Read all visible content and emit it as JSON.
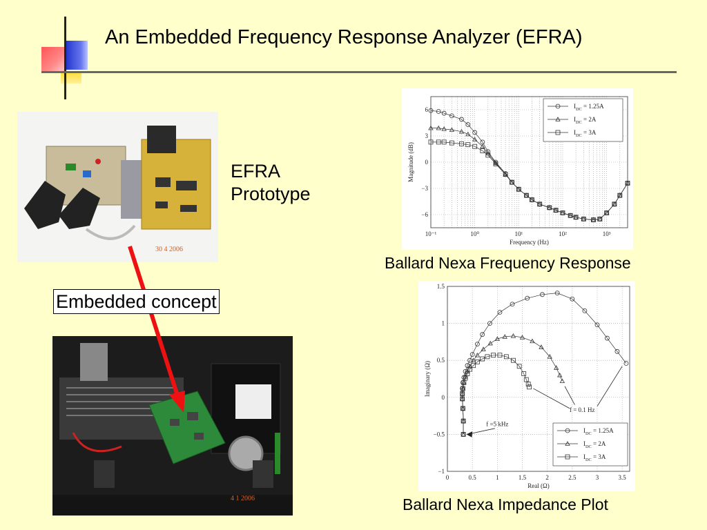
{
  "slide": {
    "title": "An Embedded Frequency Response Analyzer (EFRA)",
    "label_prototype_line1": "EFRA",
    "label_prototype_line2": "Prototype",
    "label_embedded": "Embedded concept",
    "caption_frequency": "Ballard Nexa Frequency Response",
    "caption_impedance": "Ballard Nexa Impedance Plot",
    "date_stamp_top": "30  4 2006",
    "date_stamp_bottom": "4  1 2006",
    "arrow_color": "#EE1111",
    "background_color": "#FFFFCC"
  },
  "chart_data": [
    {
      "type": "line",
      "xlabel": "Frequency (Hz)",
      "ylabel": "Magnitude (dB)",
      "x_scale": "log",
      "x_ticks": [
        "10⁻¹",
        "10⁰",
        "10¹",
        "10²",
        "10³"
      ],
      "x_tick_values": [
        0.1,
        1,
        10,
        100,
        1000
      ],
      "y_ticks": [
        "6",
        "3",
        "0",
        "−3",
        "−6"
      ],
      "y_tick_values": [
        6,
        3,
        0,
        -3,
        -6
      ],
      "xlim": [
        0.1,
        3000
      ],
      "ylim": [
        -7.5,
        7.5
      ],
      "grid": true,
      "legend_position": "top-right",
      "series": [
        {
          "name": "I_DC = 1.25A",
          "marker": "circle",
          "x": [
            0.1,
            0.15,
            0.2,
            0.3,
            0.5,
            0.7,
            1,
            1.5,
            2,
            3,
            5,
            7,
            10,
            15,
            20,
            30,
            50,
            70,
            100,
            150,
            200,
            300,
            500,
            700,
            1000,
            1500,
            2000,
            3000
          ],
          "y": [
            5.9,
            5.8,
            5.6,
            5.3,
            4.9,
            4.3,
            3.4,
            2.3,
            1.2,
            0,
            -1.3,
            -2.3,
            -3.1,
            -3.8,
            -4.3,
            -4.8,
            -5.2,
            -5.5,
            -5.8,
            -6.1,
            -6.3,
            -6.5,
            -6.6,
            -6.5,
            -5.8,
            -4.8,
            -3.8,
            -2.4
          ]
        },
        {
          "name": "I_DC = 2A",
          "marker": "triangle",
          "x": [
            0.1,
            0.15,
            0.2,
            0.3,
            0.5,
            0.7,
            1,
            1.5,
            2,
            3,
            5,
            7,
            10,
            15,
            20,
            30,
            50,
            70,
            100,
            150,
            200,
            300,
            500,
            700,
            1000,
            1500,
            2000,
            3000
          ],
          "y": [
            3.9,
            3.9,
            3.8,
            3.7,
            3.5,
            3.2,
            2.6,
            1.8,
            1.0,
            -0.1,
            -1.4,
            -2.3,
            -3.1,
            -3.8,
            -4.3,
            -4.8,
            -5.2,
            -5.5,
            -5.8,
            -6.1,
            -6.3,
            -6.5,
            -6.6,
            -6.5,
            -5.8,
            -4.8,
            -3.8,
            -2.4
          ]
        },
        {
          "name": "I_DC = 3A",
          "marker": "square",
          "x": [
            0.1,
            0.15,
            0.2,
            0.3,
            0.5,
            0.7,
            1,
            1.5,
            2,
            3,
            5,
            7,
            10,
            15,
            20,
            30,
            50,
            70,
            100,
            150,
            200,
            300,
            500,
            700,
            1000,
            1500,
            2000,
            3000
          ],
          "y": [
            2.3,
            2.3,
            2.3,
            2.2,
            2.1,
            2.0,
            1.8,
            1.3,
            0.8,
            -0.2,
            -1.4,
            -2.3,
            -3.1,
            -3.8,
            -4.3,
            -4.8,
            -5.2,
            -5.5,
            -5.8,
            -6.1,
            -6.3,
            -6.5,
            -6.6,
            -6.5,
            -5.8,
            -4.8,
            -3.8,
            -2.4
          ]
        }
      ]
    },
    {
      "type": "scatter",
      "xlabel": "Real (Ω)",
      "ylabel": "Imaginary (Ω)",
      "x_ticks": [
        "0",
        "0.5",
        "1",
        "1.5",
        "2",
        "2.5",
        "3",
        "3.5"
      ],
      "x_tick_values": [
        0,
        0.5,
        1,
        1.5,
        2,
        2.5,
        3,
        3.5
      ],
      "y_ticks": [
        "1.5",
        "1",
        "0.5",
        "0",
        "−0.5",
        "−1"
      ],
      "y_tick_values": [
        1.5,
        1,
        0.5,
        0,
        -0.5,
        -1
      ],
      "xlim": [
        0,
        3.65
      ],
      "ylim": [
        -1,
        1.5
      ],
      "grid": true,
      "legend_position": "bottom-right",
      "annotations": [
        {
          "text": "f =5 kHz",
          "x": 1.0,
          "y": -0.39
        },
        {
          "text": "f = 0.1 Hz",
          "x": 2.7,
          "y": -0.2
        }
      ],
      "series": [
        {
          "name": "I_DC = 1.25A",
          "marker": "circle",
          "x": [
            0.32,
            0.32,
            0.31,
            0.3,
            0.3,
            0.3,
            0.31,
            0.33,
            0.36,
            0.4,
            0.45,
            0.5,
            0.6,
            0.7,
            0.85,
            1.05,
            1.3,
            1.6,
            1.9,
            2.2,
            2.5,
            2.75,
            3.0,
            3.2,
            3.4,
            3.58
          ],
          "y": [
            -0.5,
            -0.32,
            -0.15,
            -0.02,
            0.05,
            0.12,
            0.2,
            0.27,
            0.35,
            0.43,
            0.5,
            0.58,
            0.72,
            0.85,
            1.0,
            1.15,
            1.26,
            1.34,
            1.39,
            1.41,
            1.33,
            1.17,
            0.98,
            0.8,
            0.62,
            0.46
          ]
        },
        {
          "name": "I_DC = 2A",
          "marker": "triangle",
          "x": [
            0.32,
            0.32,
            0.31,
            0.3,
            0.3,
            0.31,
            0.33,
            0.36,
            0.4,
            0.45,
            0.52,
            0.6,
            0.72,
            0.86,
            1.0,
            1.15,
            1.32,
            1.5,
            1.7,
            1.88,
            2.05,
            2.18,
            2.25,
            2.3
          ],
          "y": [
            -0.5,
            -0.32,
            -0.15,
            -0.02,
            0.05,
            0.12,
            0.2,
            0.28,
            0.35,
            0.42,
            0.5,
            0.57,
            0.65,
            0.73,
            0.79,
            0.82,
            0.83,
            0.81,
            0.76,
            0.68,
            0.55,
            0.4,
            0.3,
            0.22
          ]
        },
        {
          "name": "I_DC = 3A",
          "marker": "square",
          "x": [
            0.32,
            0.32,
            0.31,
            0.3,
            0.3,
            0.31,
            0.33,
            0.36,
            0.4,
            0.45,
            0.52,
            0.6,
            0.7,
            0.8,
            0.92,
            1.05,
            1.18,
            1.32,
            1.44,
            1.53,
            1.58,
            1.62,
            1.64
          ],
          "y": [
            -0.5,
            -0.32,
            -0.15,
            -0.02,
            0.05,
            0.12,
            0.2,
            0.26,
            0.32,
            0.38,
            0.43,
            0.48,
            0.52,
            0.55,
            0.57,
            0.57,
            0.55,
            0.5,
            0.42,
            0.32,
            0.24,
            0.18,
            0.14
          ]
        }
      ]
    }
  ]
}
